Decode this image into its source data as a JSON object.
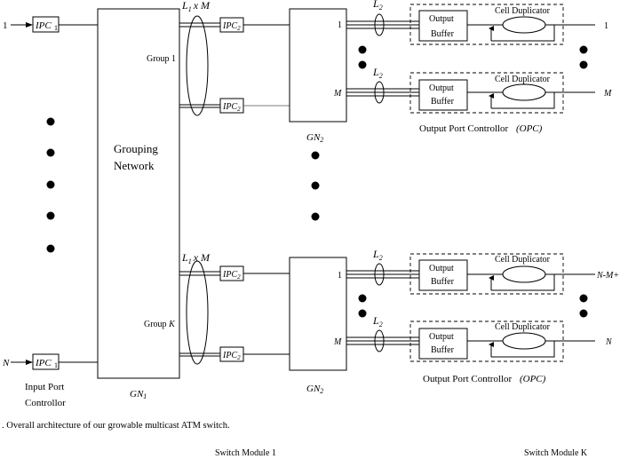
{
  "labels": {
    "in_top": "1",
    "in_bottom": "N",
    "ipc1": "IPC",
    "ipc1_sub": "1",
    "ipc2": "IPC",
    "ipc2_sub": "2",
    "grouping_line1": "Grouping",
    "grouping_line2": "Network",
    "group1": "Group 1",
    "groupK_pre": "Group",
    "groupK_var": "K",
    "gn1": "GN",
    "gn1_sub": "1",
    "gn2": "GN",
    "gn2_sub": "2",
    "L1xM_L": "L",
    "L1xM_sub": "1",
    "L1xM_rest": "x M",
    "L2_L": "L",
    "L2_sub": "2",
    "port_1": "1",
    "port_M": "M",
    "output_buffer_1": "Output",
    "output_buffer_2": "Buffer",
    "cell_duplicator": "Cell Duplicator",
    "opc_label": "Output Port Controllor",
    "opc_abbr": "(OPC)",
    "out_1": "1",
    "out_M": "M",
    "out_NM": "N-M+",
    "out_N": "N",
    "input_port_1": "Input Port",
    "input_port_2": "Controllor"
  },
  "caption": ".   Overall architecture of our growable multicast ATM switch.",
  "modules": {
    "left": "Switch  Module  1",
    "right": "Switch  Module  K"
  }
}
